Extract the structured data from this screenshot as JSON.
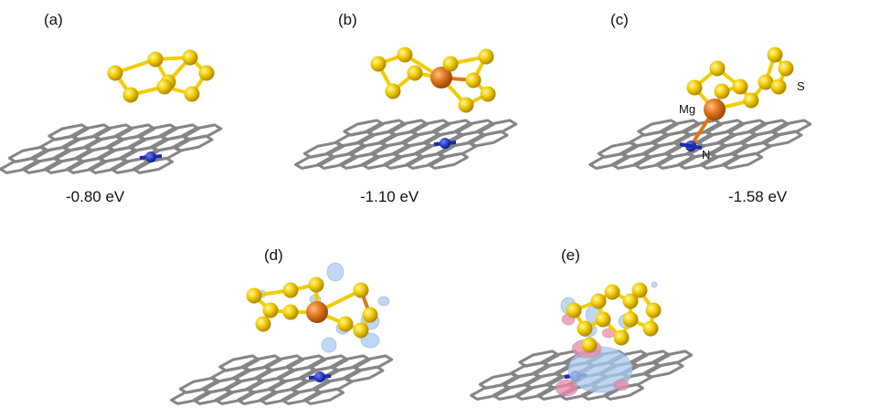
{
  "panels": [
    {
      "label": "(a)",
      "energy": "-0.80 eV"
    },
    {
      "label": "(b)",
      "energy": "-1.10 eV"
    },
    {
      "label": "(c)",
      "energy": "-1.58 eV",
      "atoms": {
        "mg": "Mg",
        "n": "N",
        "s": "S"
      }
    },
    {
      "label": "(d)"
    },
    {
      "label": "(e)"
    }
  ],
  "colors": {
    "sulfur": "#f2cc00",
    "magnesium": "#e0761c",
    "nitrogen": "#1a2bb0",
    "carbon": "#858585",
    "charge_gain": "#a9c9ee",
    "charge_loss": "#ee88a8"
  }
}
